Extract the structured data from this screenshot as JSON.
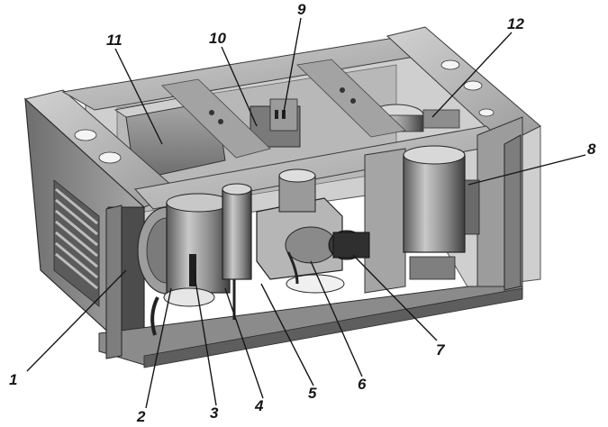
{
  "figure": {
    "callouts": [
      {
        "id": "c1",
        "label": "1"
      },
      {
        "id": "c2",
        "label": "2"
      },
      {
        "id": "c3",
        "label": "3"
      },
      {
        "id": "c4",
        "label": "4"
      },
      {
        "id": "c5",
        "label": "5"
      },
      {
        "id": "c6",
        "label": "6"
      },
      {
        "id": "c7",
        "label": "7"
      },
      {
        "id": "c8",
        "label": "8"
      },
      {
        "id": "c9",
        "label": "9"
      },
      {
        "id": "c10",
        "label": "10"
      },
      {
        "id": "c11",
        "label": "11"
      },
      {
        "id": "c12",
        "label": "12"
      }
    ],
    "colors": {
      "frame_light": "#bdbdbd",
      "frame_mid": "#8f8f8f",
      "frame_dark": "#4a4a4a",
      "shadow": "#2c2c2c",
      "ink": "#151515"
    }
  }
}
